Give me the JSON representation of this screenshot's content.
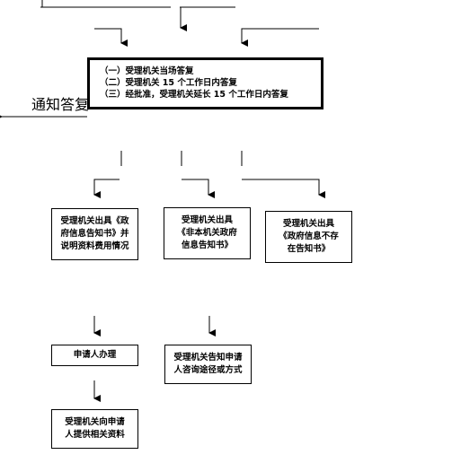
{
  "top_box": {
    "lines": [
      "（一）受理机关当场答复",
      "（二）受理机关 15 个工作日内答复",
      "（三）经批准，受理机关延长 15 个工作日内答复"
    ]
  },
  "notify_label": "通知答复",
  "outcomes": {
    "left": [
      "受理机关出具《政",
      "府信息告知书》并",
      "说明资料费用情况"
    ],
    "middle": [
      "受理机关出具",
      "《非本机关政府",
      "信息告知书》"
    ],
    "right": [
      "受理机关出具",
      "《政府信息不存",
      "在告知书》"
    ]
  },
  "applicant_handle": "申请人办理",
  "inform_channel": [
    "受理机关告知申请",
    "人咨询途径或方式"
  ],
  "provide_material": [
    "受理机关向申请",
    "人提供相关资料"
  ]
}
